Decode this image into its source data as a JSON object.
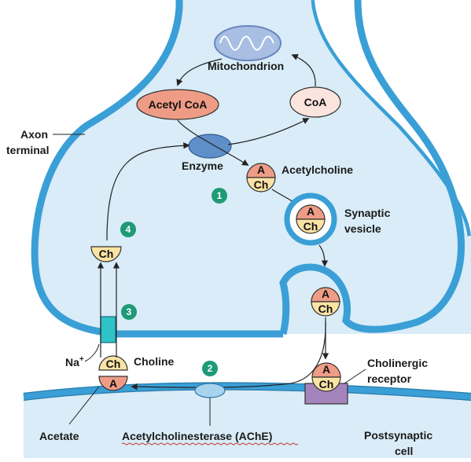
{
  "colors": {
    "cytoplasm": "#d9ecf7",
    "membrane": "#3a9fd6",
    "membrane_dark": "#2779a8",
    "acetyl": "#ef9c86",
    "choline": "#fbe3a4",
    "coa": "#fbe4de",
    "enzyme": "#5f8fc9",
    "receptor": "#a584bd",
    "transporter": "#2ec3c7",
    "step_badge": "#1f9a76",
    "mitochondrion": "#a8bfe3"
  },
  "labels": {
    "mitochondrion": "Mitochondrion",
    "acetyl_coa": "Acetyl CoA",
    "coa": "CoA",
    "enzyme": "Enzyme",
    "acetylcholine": "Acetylcholine",
    "synaptic_vesicle_1": "Synaptic",
    "synaptic_vesicle_2": "vesicle",
    "axon_terminal_1": "Axon",
    "axon_terminal_2": "terminal",
    "choline": "Choline",
    "na": "Na",
    "na_sup": "+",
    "acetate": "Acetate",
    "ache": "Acetylcholinesterase (AChE)",
    "cholinergic_receptor_1": "Cholinergic",
    "cholinergic_receptor_2": "receptor",
    "postsynaptic_1": "Postsynaptic",
    "postsynaptic_2": "cell"
  },
  "molecules": {
    "acetyl_abbr": "A",
    "choline_abbr": "Ch"
  },
  "steps": [
    "1",
    "2",
    "3",
    "4"
  ],
  "icons": [
    "mitochondrion-icon",
    "enzyme-icon",
    "transporter-icon",
    "receptor-icon",
    "ache-enzyme-icon"
  ]
}
